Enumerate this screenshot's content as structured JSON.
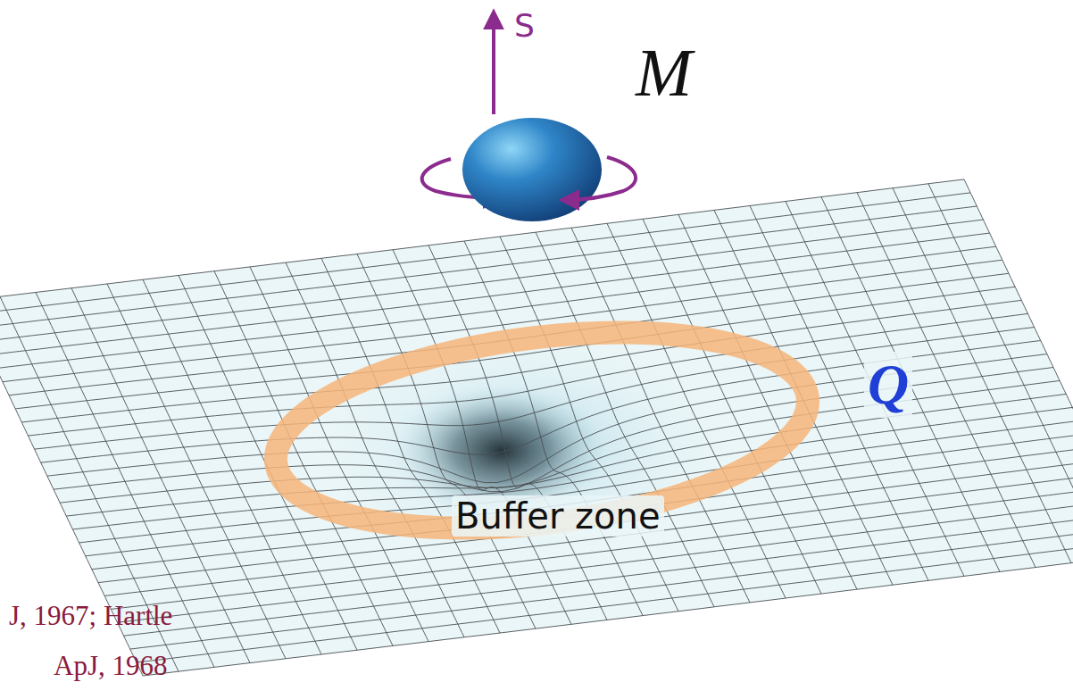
{
  "diagram": {
    "labels": [
      "S",
      "M",
      "Q",
      "Buffer zone",
      "J, 1967; Hartle",
      "ApJ, 1968"
    ]
  }
}
